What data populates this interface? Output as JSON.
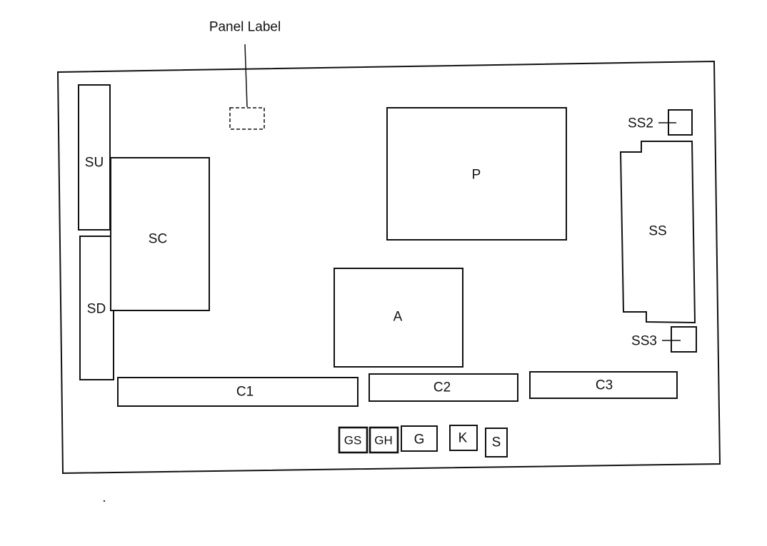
{
  "diagram": {
    "panel_label": "Panel Label",
    "components": {
      "su": "SU",
      "sd": "SD",
      "sc": "SC",
      "p": "P",
      "a": "A",
      "ss": "SS",
      "ss2": "SS2",
      "ss3": "SS3",
      "c1": "C1",
      "c2": "C2",
      "c3": "C3",
      "gs": "GS",
      "gh": "GH",
      "g": "G",
      "k": "K",
      "s": "S"
    }
  }
}
